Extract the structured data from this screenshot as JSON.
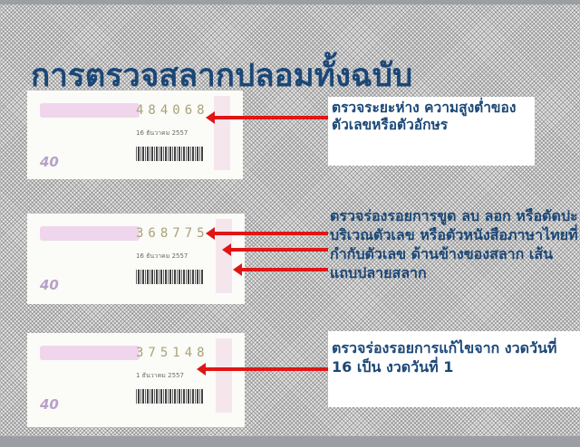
{
  "slide": {
    "title": "การตรวจสลากปลอมทั้งฉบับ",
    "sections": [
      {
        "ticket": {
          "number": "484068",
          "date": "16 ธันวาคม 2557",
          "price": "40"
        },
        "note": "ตรวจระยะห่าง ความสูงต่ำของตัวเลขหรือตัวอักษร"
      },
      {
        "ticket": {
          "number": "368775",
          "date": "16 ธันวาคม 2557",
          "price": "40"
        },
        "note": "ตรวจร่องรอยการขูด ลบ ลอก หรือตัดปะ บริเวณตัวเลข หรือตัวหนังสือภาษาไทยที่กำกับตัวเลข ด้านข้างของสลาก เส้นแถบปลายสลาก"
      },
      {
        "ticket": {
          "number": "375148",
          "date": "1 ธันวาคม 2557",
          "price": "40"
        },
        "note": "ตรวจร่องรอยการแก้ไขจาก งวดวันที่ 16 เป็น งวดวันที่ 1"
      }
    ],
    "colors": {
      "title": "#1b4777",
      "arrow": "#e01515",
      "band": "#9b9ea3"
    }
  }
}
